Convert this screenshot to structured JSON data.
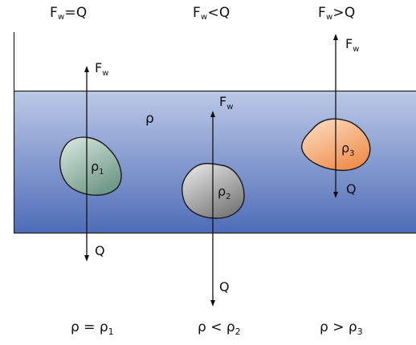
{
  "captions": {
    "case1": {
      "force": "F",
      "sub": "w",
      "rel": "=Q"
    },
    "case2": {
      "force": "F",
      "sub": "w",
      "rel": "<Q"
    },
    "case3": {
      "force": "F",
      "sub": "w",
      "rel": ">Q"
    }
  },
  "liquid": {
    "density_symbol": "ρ",
    "color_top": "#bcc9e6",
    "color_bottom": "#4f6db8"
  },
  "bodies": [
    {
      "symbol": "ρ",
      "sub": "1",
      "color": "#93b5a6"
    },
    {
      "symbol": "ρ",
      "sub": "2",
      "color": "#9a9a9a"
    },
    {
      "symbol": "ρ",
      "sub": "3",
      "color": "#f5a870"
    }
  ],
  "forces": {
    "buoyancy": {
      "symbol": "F",
      "sub": "w"
    },
    "weight": {
      "symbol": "Q"
    }
  },
  "conditions": [
    {
      "lhs": "ρ",
      "op": " = ",
      "rhs": "ρ",
      "sub": "1"
    },
    {
      "lhs": "ρ",
      "op": " < ",
      "rhs": "ρ",
      "sub": "2"
    },
    {
      "lhs": "ρ",
      "op": " > ",
      "rhs": "ρ",
      "sub": "3"
    }
  ]
}
